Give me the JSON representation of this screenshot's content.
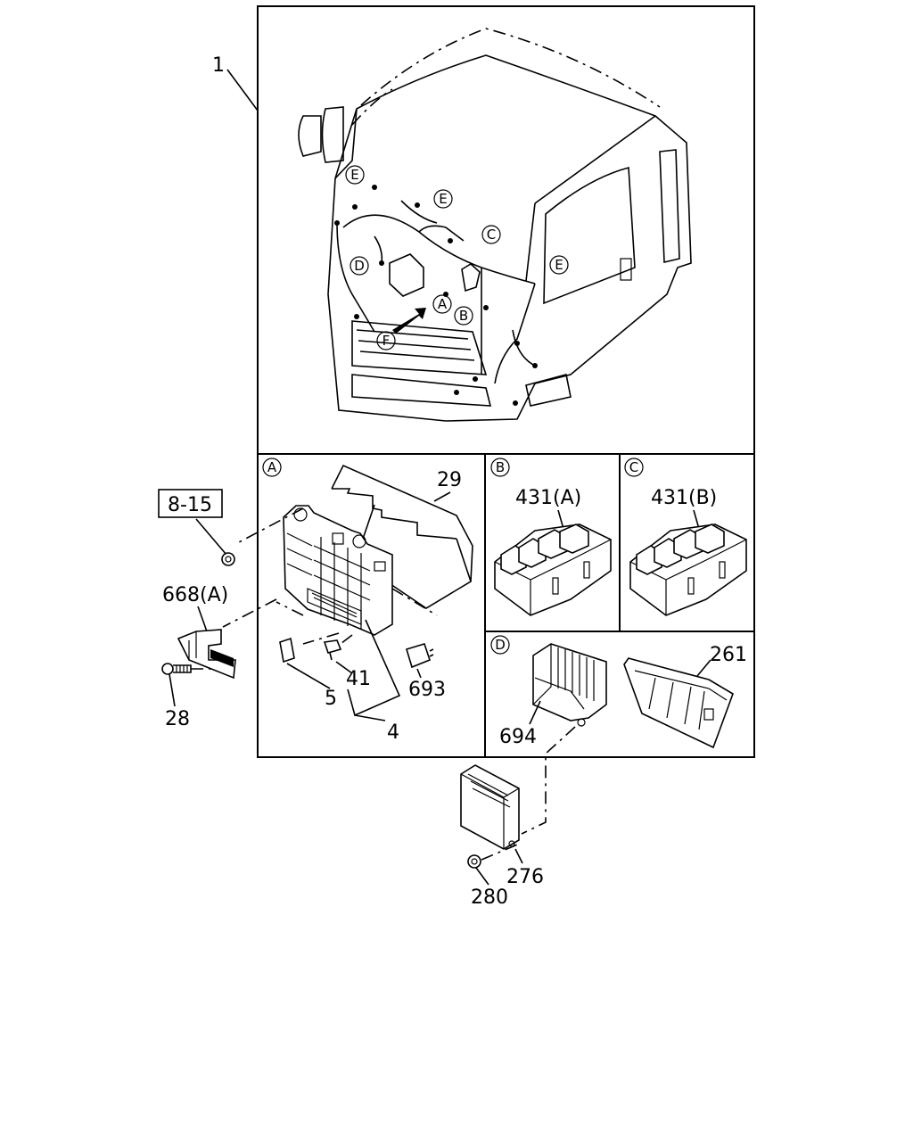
{
  "callouts": {
    "c1": "1",
    "c29": "29",
    "c431a": "431(A)",
    "c431b": "431(B)",
    "c668a": "668(A)",
    "c28": "28",
    "c41": "41",
    "c5": "5",
    "c4": "4",
    "c693": "693",
    "c694": "694",
    "c261": "261",
    "c276": "276",
    "c280": "280",
    "ref_box": "8-15"
  },
  "view_letters": {
    "A": "A",
    "B": "B",
    "C": "C",
    "D": "D",
    "E": "E",
    "F": "F"
  }
}
